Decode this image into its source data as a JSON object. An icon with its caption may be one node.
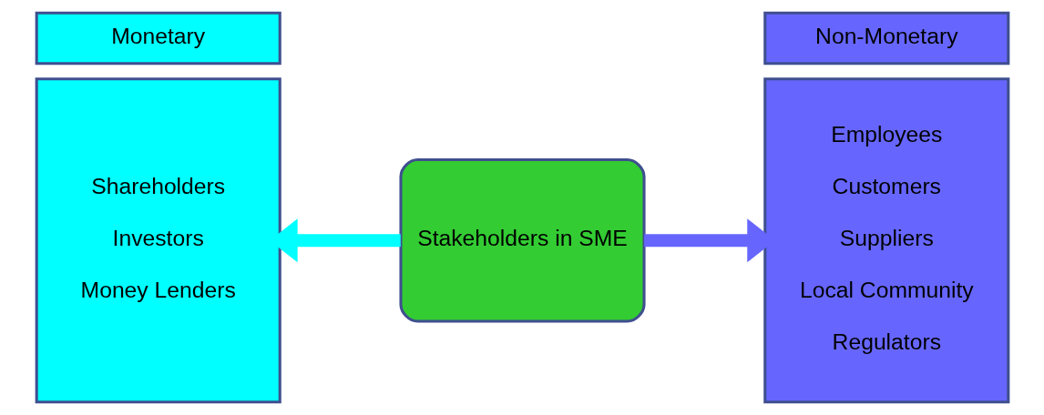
{
  "diagram": {
    "nodes": [
      {
        "text": [
          "Monetary"
        ]
      },
      {
        "text": [
          "Shareholders",
          "Investors",
          "Money Lenders"
        ]
      },
      {
        "text": [
          "Non-Monetary"
        ]
      },
      {
        "text": [
          "Employees",
          "Customers",
          "Suppliers",
          "Local Community",
          "Regulators"
        ]
      },
      {
        "text": [
          "Stakeholders in SME"
        ]
      }
    ],
    "edges": [
      {
        "from": 4,
        "to": 1,
        "arrow": "to",
        "color": "#00ffff"
      },
      {
        "from": 4,
        "to": 3,
        "arrow": "to",
        "color": "#6666ff"
      }
    ]
  }
}
